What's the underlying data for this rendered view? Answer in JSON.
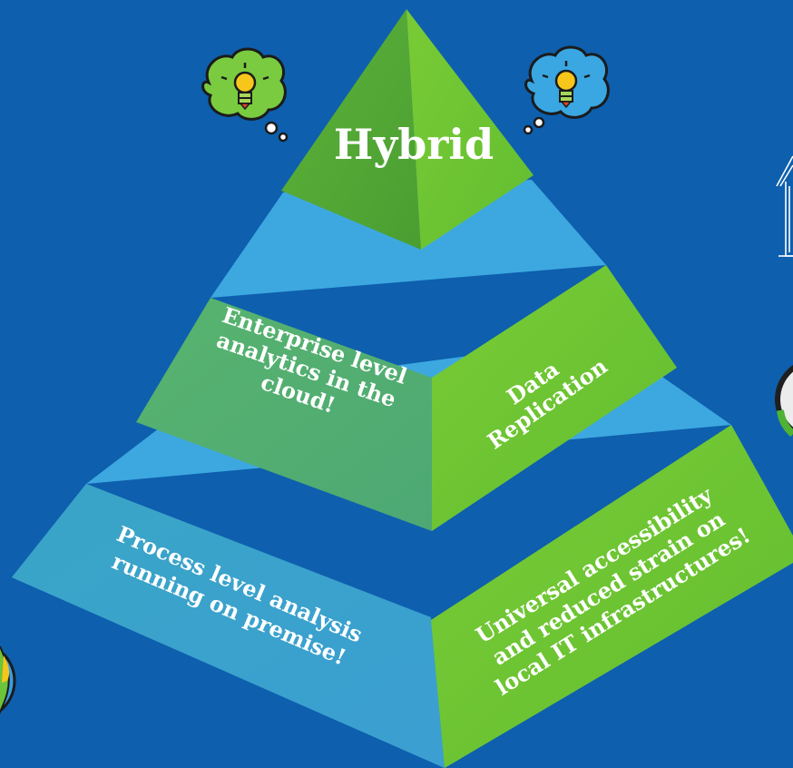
{
  "colors": {
    "background": "#0E5FAE",
    "green": "#6CC43A",
    "green_dark": "#4FA82F",
    "blue": "#3AA4DF",
    "blue_dark": "#2E86C8",
    "text": "#FFFFFF",
    "bulb_green_cloud": "#7ACB3F",
    "bulb_blue_cloud": "#3AA7E2",
    "bulb_yellow": "#F6C61B"
  },
  "pyramid": {
    "top": {
      "label": "Hybrid"
    },
    "middle": {
      "left_lines": [
        "Enterprise level",
        "analytics in the",
        "cloud!"
      ],
      "right_lines": [
        "Data",
        "Replication"
      ]
    },
    "bottom": {
      "left_lines": [
        "Process level analysis",
        "running on premise!"
      ],
      "right_lines": [
        "Universal accessibility",
        "and reduced strain on",
        "local IT infrastructures!"
      ]
    }
  },
  "icons": {
    "thought_left": "lightbulb-thought-bubble-icon",
    "thought_right": "lightbulb-thought-bubble-icon",
    "edge_right_upper": "house-sketch-icon",
    "edge_right_middle": "round-badge-icon",
    "edge_left_bottom": "globe-icon"
  }
}
